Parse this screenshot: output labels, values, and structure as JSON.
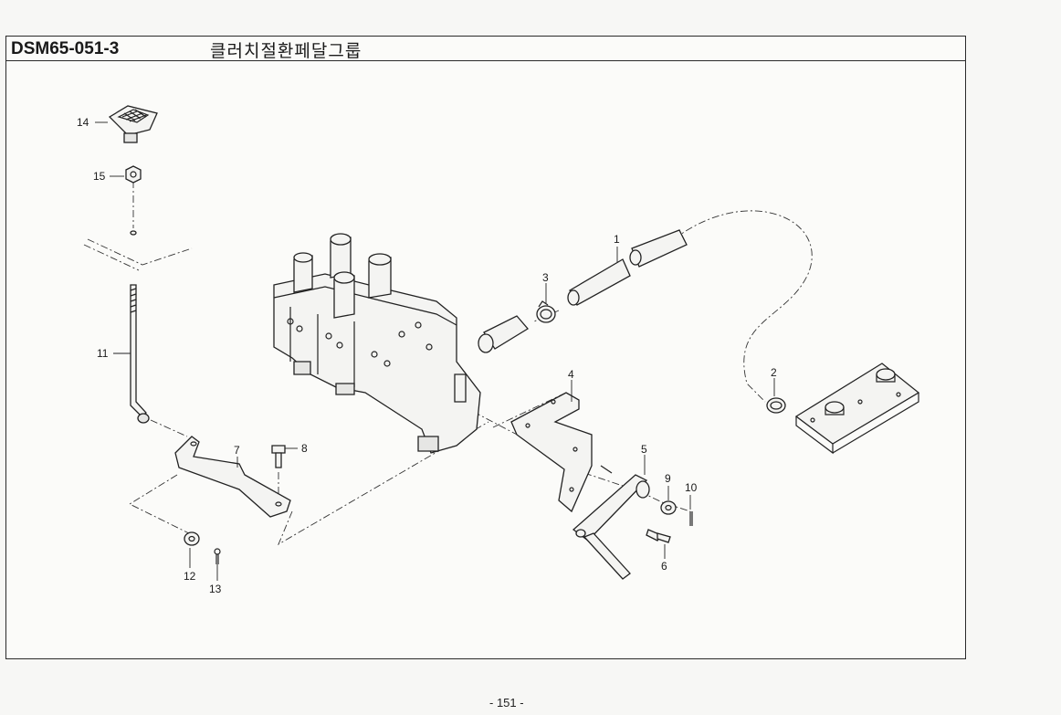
{
  "header": {
    "code": "DSM65-051-3",
    "title": "클러치절환페달그룹"
  },
  "callouts": [
    "1",
    "2",
    "3",
    "4",
    "5",
    "6",
    "7",
    "8",
    "9",
    "10",
    "11",
    "12",
    "13",
    "14",
    "15"
  ],
  "page_number": "- 151 -"
}
